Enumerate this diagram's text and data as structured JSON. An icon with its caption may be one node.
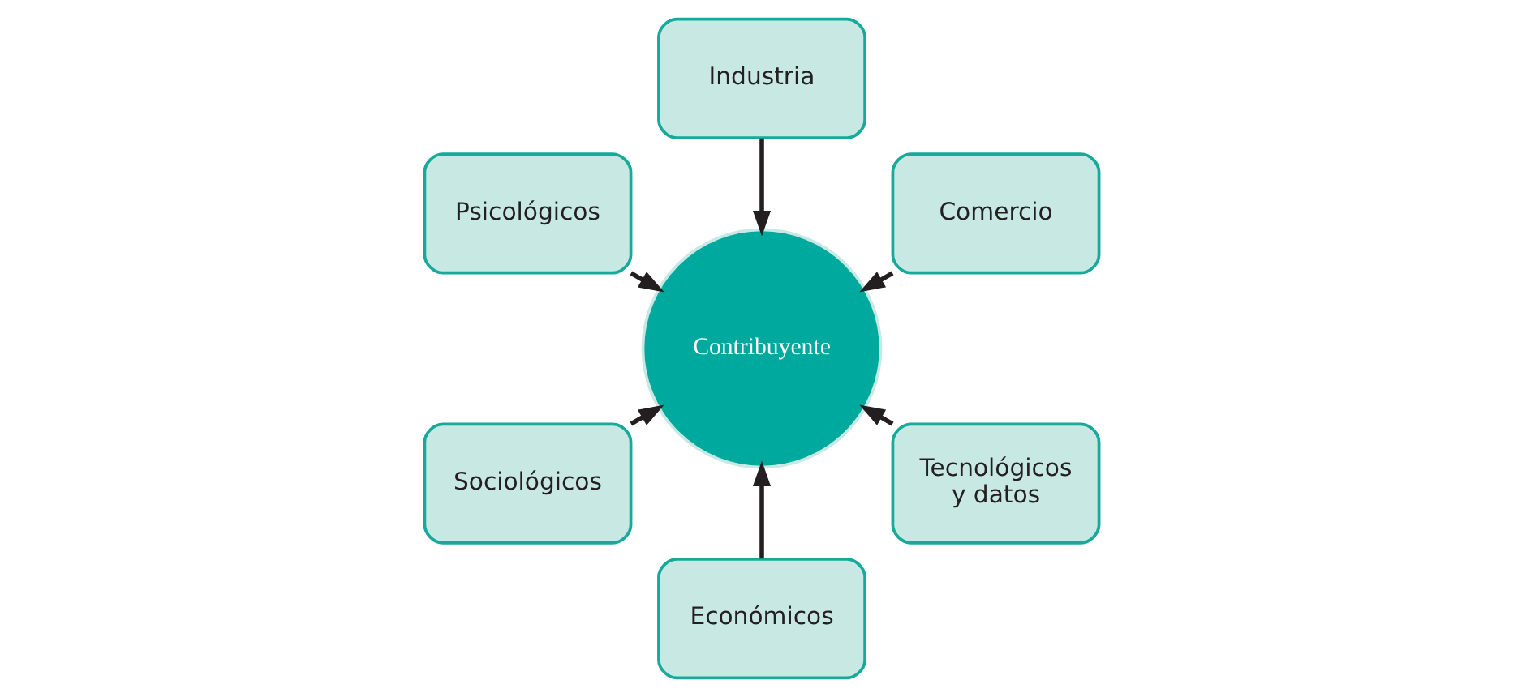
{
  "diagram": {
    "nodes": [
      {
        "text": [
          "Comercio"
        ]
      },
      {
        "text": [
          "Industria"
        ]
      },
      {
        "text": [
          "Psicológicos"
        ]
      },
      {
        "text": [
          "Sociológicos"
        ]
      },
      {
        "text": [
          "Económicos"
        ]
      },
      {
        "text": [
          "Contribuyente"
        ]
      },
      {
        "text": [
          "Tecnológicos y datos"
        ]
      }
    ],
    "edges": [
      {
        "from": 0,
        "to": 5,
        "arrow": "to"
      },
      {
        "from": 1,
        "to": 5,
        "arrow": "to"
      },
      {
        "from": 2,
        "to": 5,
        "arrow": "to"
      },
      {
        "from": 3,
        "to": 5,
        "arrow": "to"
      },
      {
        "from": 4,
        "to": 5,
        "arrow": "to"
      },
      {
        "from": 6,
        "to": 5,
        "arrow": "to"
      }
    ]
  }
}
